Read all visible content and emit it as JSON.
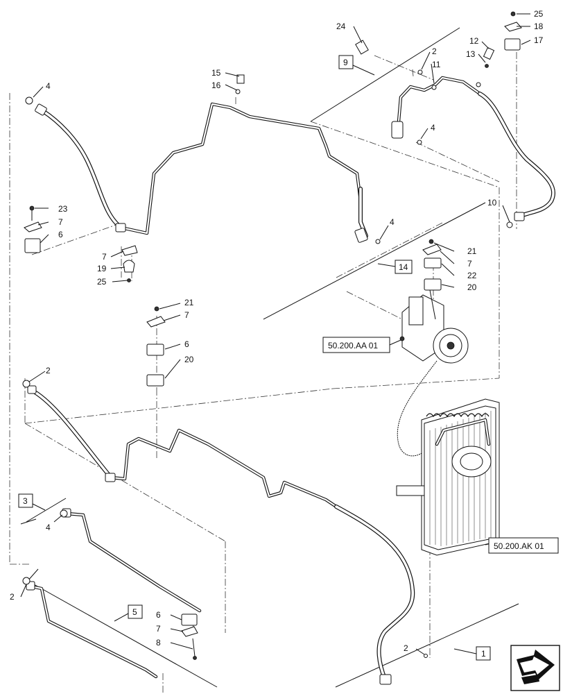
{
  "callouts": [
    {
      "id": "c1",
      "text": "25"
    },
    {
      "id": "c2",
      "text": "18"
    },
    {
      "id": "c3",
      "text": "17"
    },
    {
      "id": "c4",
      "text": "24"
    },
    {
      "id": "c5",
      "text": "2"
    },
    {
      "id": "c6",
      "text": "12"
    },
    {
      "id": "c7",
      "text": "13"
    },
    {
      "id": "c8",
      "text": "11"
    },
    {
      "id": "c9",
      "text": "15"
    },
    {
      "id": "c10",
      "text": "16"
    },
    {
      "id": "c11",
      "text": "4"
    },
    {
      "id": "c12",
      "text": "4"
    },
    {
      "id": "c13",
      "text": "23"
    },
    {
      "id": "c14",
      "text": "7"
    },
    {
      "id": "c15",
      "text": "6"
    },
    {
      "id": "c16",
      "text": "7"
    },
    {
      "id": "c17",
      "text": "19"
    },
    {
      "id": "c18",
      "text": "25"
    },
    {
      "id": "c19",
      "text": "4"
    },
    {
      "id": "c20",
      "text": "10"
    },
    {
      "id": "c21",
      "text": "21"
    },
    {
      "id": "c22",
      "text": "7"
    },
    {
      "id": "c23",
      "text": "22"
    },
    {
      "id": "c24",
      "text": "20"
    },
    {
      "id": "c25",
      "text": "21"
    },
    {
      "id": "c26",
      "text": "7"
    },
    {
      "id": "c27",
      "text": "6"
    },
    {
      "id": "c28",
      "text": "20"
    },
    {
      "id": "c29",
      "text": "2"
    },
    {
      "id": "c30",
      "text": "4"
    },
    {
      "id": "c31",
      "text": "2"
    },
    {
      "id": "c32",
      "text": "6"
    },
    {
      "id": "c33",
      "text": "7"
    },
    {
      "id": "c34",
      "text": "8"
    },
    {
      "id": "c35",
      "text": "2"
    }
  ],
  "boxed_labels": [
    {
      "id": "b9",
      "text": "9"
    },
    {
      "id": "b14",
      "text": "14"
    },
    {
      "id": "b3",
      "text": "3"
    },
    {
      "id": "b5",
      "text": "5"
    },
    {
      "id": "b1",
      "text": "1"
    }
  ],
  "references": [
    {
      "id": "r1",
      "text": "50.200.AA 01"
    },
    {
      "id": "r2",
      "text": "50.200.AK 01"
    }
  ],
  "nav_icon": "arrow-next-icon"
}
